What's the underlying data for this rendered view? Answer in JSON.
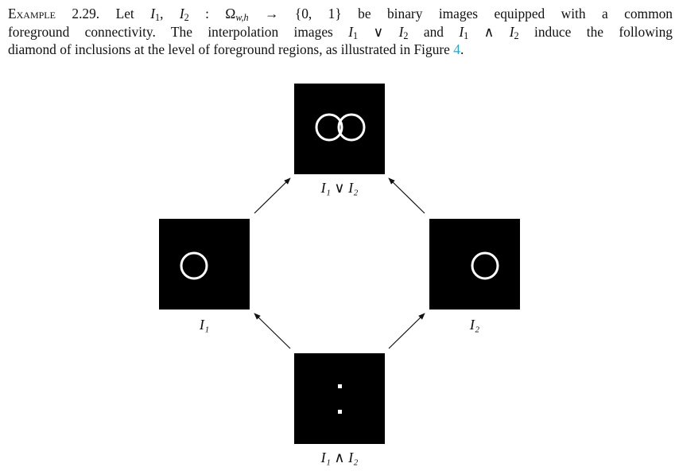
{
  "paragraph": {
    "label": "Example 2.29.",
    "lead": " Let ",
    "sym_I": "I",
    "sub1": "1",
    "sub2": "2",
    "comma": ", ",
    "colon_domain": " : Ω",
    "sub_wh": "w,h",
    "arrow_codomain": " → {0, 1} be binary images equipped with a common",
    "line2_a": "foreground connectivity. The interpolation images ",
    "vee": " ∨ ",
    "line2_b": " and ",
    "wedge": " ∧ ",
    "line2_c": " induce the following",
    "line3_a": "diamond of inclusions at the level of foreground regions, as illustrated in Figure ",
    "figure_ref": "4",
    "line3_b": "."
  },
  "figure": {
    "label_top": "I₁ ∨ I₂",
    "label_left": "I₁",
    "label_right": "I₂",
    "label_bottom": "I₁ ∧ I₂"
  },
  "colors": {
    "link": "#2aa4c8",
    "image_bg": "#000000",
    "foreground": "#ffffff"
  }
}
